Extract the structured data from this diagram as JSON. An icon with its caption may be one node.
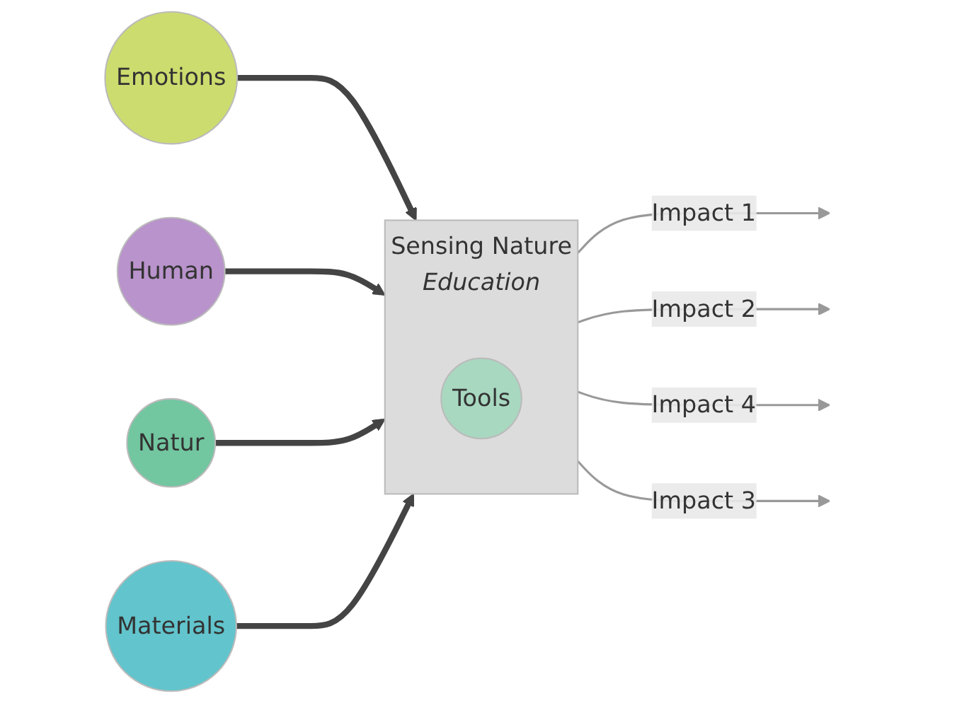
{
  "diagram": {
    "nodes": [
      {
        "text": [
          "Emotions"
        ]
      },
      {
        "text": [
          "Human"
        ]
      },
      {
        "text": [
          "Sensing Nature"
        ],
        "beside": [
          "Education"
        ]
      },
      {
        "text": [
          "Tools"
        ],
        "in": 2
      },
      {
        "text": [
          "Natur"
        ]
      },
      {
        "text": [
          "Materials"
        ]
      }
    ],
    "edges": [
      {
        "from": 0,
        "to": 2,
        "arrow": "to",
        "style": "thick",
        "color": "#444444"
      },
      {
        "from": 2,
        "to": null,
        "arrow": "to",
        "label": "Impact 1"
      },
      {
        "from": 2,
        "to": null,
        "arrow": "to",
        "label": "Impact 2"
      },
      {
        "from": 1,
        "to": 2,
        "arrow": "to",
        "style": "thick",
        "color": "#444444"
      },
      {
        "from": 4,
        "to": 2,
        "arrow": "to",
        "style": "thick",
        "color": "#444444"
      },
      {
        "from": 2,
        "to": null,
        "arrow": "to",
        "label": "Impact 4"
      },
      {
        "from": 2,
        "to": null,
        "arrow": "to",
        "label": "Impact 3"
      },
      {
        "from": 5,
        "to": 2,
        "arrow": "to",
        "style": "thick",
        "color": "#444444"
      }
    ]
  }
}
